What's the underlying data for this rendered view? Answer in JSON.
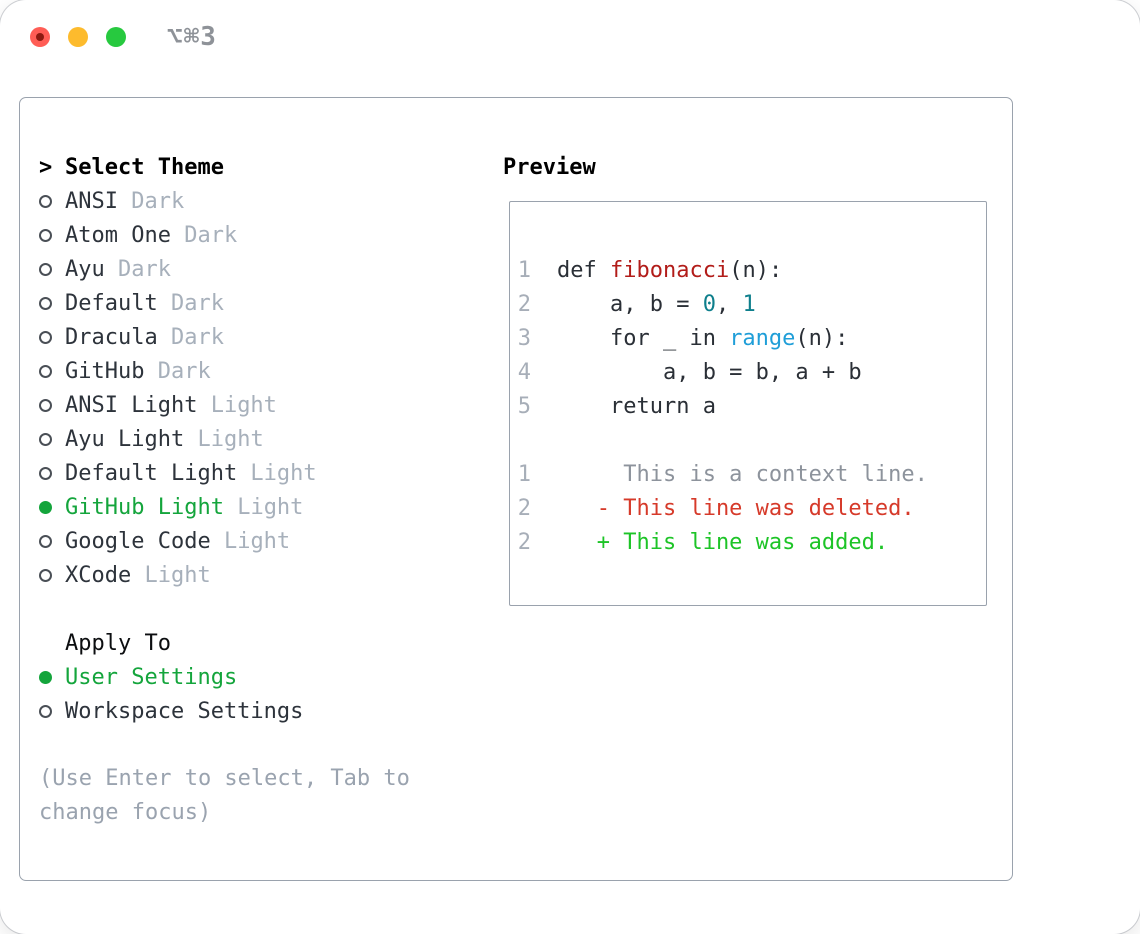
{
  "window": {
    "shortcut_label": "⌥⌘3",
    "traffic_lights": [
      "close",
      "minimize",
      "zoom"
    ]
  },
  "colors": {
    "selection_green": "#14a53c",
    "added_green": "#1dc427",
    "deleted_red": "#d63a2a",
    "function_red": "#b21c19",
    "number_teal": "#0e7f8c",
    "builtin_blue": "#1f9ed8",
    "muted_gray": "#a7b0bb",
    "text_dark": "#2d333b",
    "panel_border": "#9aa2ad"
  },
  "theme_panel": {
    "prompt": ">",
    "title": "Select Theme",
    "items": [
      {
        "label": "ANSI",
        "variant": "Dark",
        "selected": false
      },
      {
        "label": "Atom One",
        "variant": "Dark",
        "selected": false
      },
      {
        "label": "Ayu",
        "variant": "Dark",
        "selected": false
      },
      {
        "label": "Default",
        "variant": "Dark",
        "selected": false
      },
      {
        "label": "Dracula",
        "variant": "Dark",
        "selected": false
      },
      {
        "label": "GitHub",
        "variant": "Dark",
        "selected": false
      },
      {
        "label": "ANSI Light",
        "variant": "Light",
        "selected": false
      },
      {
        "label": "Ayu Light",
        "variant": "Light",
        "selected": false
      },
      {
        "label": "Default Light",
        "variant": "Light",
        "selected": false
      },
      {
        "label": "GitHub Light",
        "variant": "Light",
        "selected": true
      },
      {
        "label": "Google Code",
        "variant": "Light",
        "selected": false
      },
      {
        "label": "XCode",
        "variant": "Light",
        "selected": false
      }
    ],
    "apply_to": {
      "title": "Apply To",
      "options": [
        {
          "label": "User Settings",
          "selected": true
        },
        {
          "label": "Workspace Settings",
          "selected": false
        }
      ]
    },
    "hint": "(Use Enter to select, Tab to change focus)"
  },
  "preview": {
    "title": "Preview",
    "lines": [
      {
        "num": "1",
        "tokens": [
          [
            "def ",
            "fg"
          ],
          [
            "fibonacci",
            "func"
          ],
          [
            "(n):",
            "fg"
          ]
        ]
      },
      {
        "num": "2",
        "tokens": [
          [
            "    a, b = ",
            "fg"
          ],
          [
            "0",
            "num"
          ],
          [
            ", ",
            "fg"
          ],
          [
            "1",
            "num"
          ]
        ]
      },
      {
        "num": "3",
        "tokens": [
          [
            "    for _ in ",
            "fg"
          ],
          [
            "range",
            "builtin"
          ],
          [
            "(n):",
            "fg"
          ]
        ]
      },
      {
        "num": "4",
        "tokens": [
          [
            "        a, b = b, a + b",
            "fg"
          ]
        ]
      },
      {
        "num": "5",
        "tokens": [
          [
            "    return a",
            "fg"
          ]
        ]
      },
      {
        "num": "",
        "tokens": []
      },
      {
        "num": "1",
        "tokens": [
          [
            "     This is a context line.",
            "context"
          ]
        ]
      },
      {
        "num": "2",
        "tokens": [
          [
            "   - This line was deleted.",
            "deleted"
          ]
        ]
      },
      {
        "num": "2",
        "tokens": [
          [
            "   + This line was added.",
            "added"
          ]
        ]
      }
    ]
  }
}
